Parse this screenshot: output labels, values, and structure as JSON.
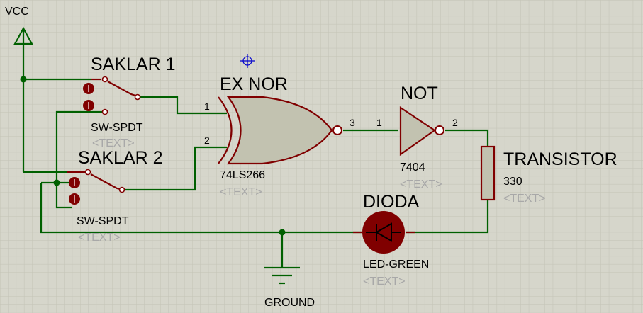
{
  "power": {
    "vcc_label": "VCC"
  },
  "ground": {
    "label": "GROUND"
  },
  "switch1": {
    "name": "SAKLAR 1",
    "type": "SW-SPDT",
    "placeholder": "<TEXT>"
  },
  "switch2": {
    "name": "SAKLAR 2",
    "type": "SW-SPDT",
    "placeholder": "<TEXT>"
  },
  "xnor_gate": {
    "name": "EX NOR",
    "part": "74LS266",
    "placeholder": "<TEXT>",
    "pin_in1": "1",
    "pin_in2": "2",
    "pin_out": "3"
  },
  "not_gate": {
    "name": "NOT",
    "part": "7404",
    "placeholder": "<TEXT>",
    "pin_in": "1",
    "pin_out": "2"
  },
  "resistor": {
    "name": "TRANSISTOR",
    "value": "330",
    "placeholder": "<TEXT>"
  },
  "diode": {
    "name": "DIODA",
    "part": "LED-GREEN",
    "placeholder": "<TEXT>"
  },
  "colors": {
    "background": "#d6d6cb",
    "wire": "#006000",
    "component": "#800000",
    "component_fill": "#c2c2b0",
    "placeholder": "#a8a8a8",
    "marker": "#0000cc"
  }
}
